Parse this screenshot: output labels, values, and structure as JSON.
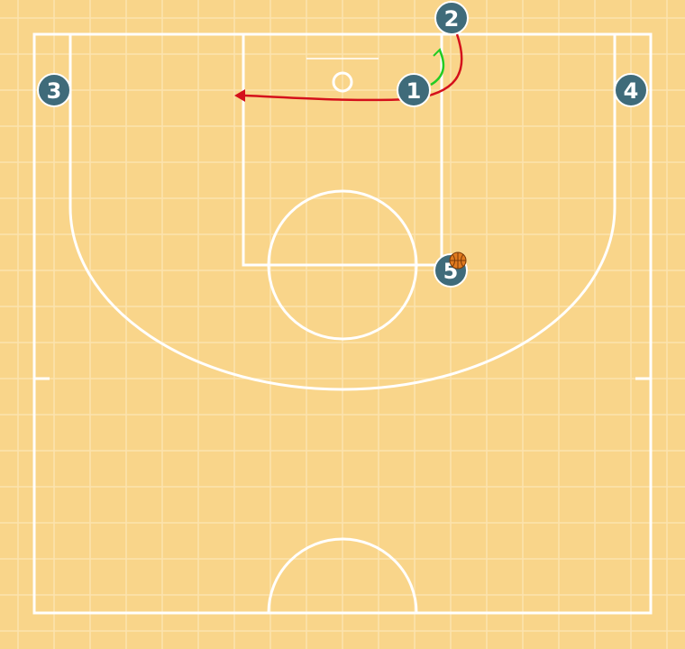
{
  "colors": {
    "court": "#f9d58a",
    "grid": "#fce3ae",
    "lines": "#ffffff",
    "player": "#3f6b7a",
    "player_text": "#ffffff",
    "dribble_path": "#d4101b",
    "cut_path": "#22cc22",
    "ball": "#e07a1f",
    "ball_seams": "#7a3a08"
  },
  "players": [
    {
      "label": "1",
      "has_ball": false
    },
    {
      "label": "2",
      "has_ball": false
    },
    {
      "label": "3",
      "has_ball": false
    },
    {
      "label": "4",
      "has_ball": false
    },
    {
      "label": "5",
      "has_ball": true
    }
  ],
  "actions": [
    {
      "type": "dribble",
      "color_key": "dribble_path"
    },
    {
      "type": "cut",
      "color_key": "cut_path"
    }
  ]
}
